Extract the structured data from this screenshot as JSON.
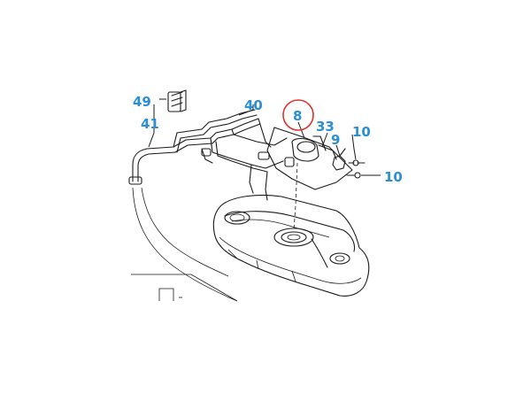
{
  "diagram": {
    "callouts": [
      {
        "id": "49",
        "label": "49"
      },
      {
        "id": "41",
        "label": "41"
      },
      {
        "id": "40",
        "label": "40"
      },
      {
        "id": "8",
        "label": "8"
      },
      {
        "id": "33",
        "label": "33"
      },
      {
        "id": "9",
        "label": "9"
      },
      {
        "id": "10a",
        "label": "10"
      },
      {
        "id": "10b",
        "label": "10"
      }
    ],
    "highlighted_callout": "8",
    "colors": {
      "callout_text": "#2a8fd6",
      "highlight_ring": "#e0302a",
      "line_art": "#1a1a1a"
    }
  }
}
